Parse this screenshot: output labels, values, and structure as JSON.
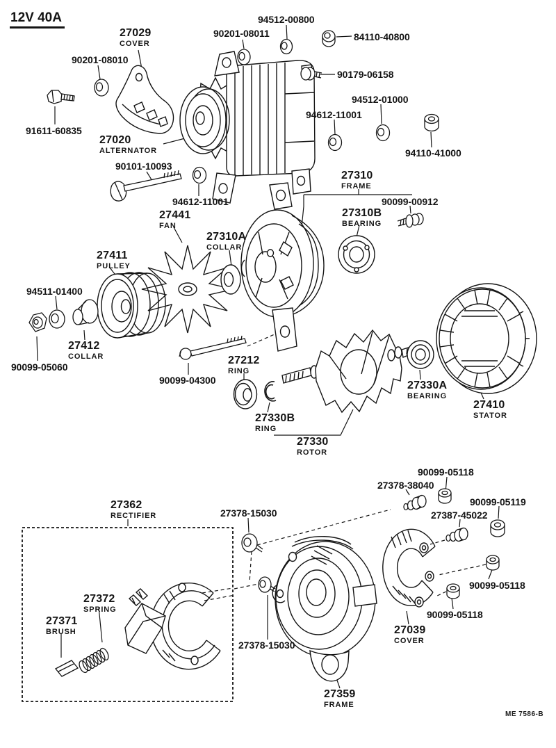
{
  "header": {
    "spec": "12V 40A"
  },
  "footer": {
    "code": "ME 7586-B"
  },
  "parts": {
    "cover_front": {
      "num": "27029",
      "name": "COVER"
    },
    "alternator": {
      "num": "27020",
      "name": "ALTERNATOR"
    },
    "frame_drive": {
      "num": "27310",
      "name": "FRAME"
    },
    "bearing_front": {
      "num": "27310B",
      "name": "BEARING"
    },
    "collar_front": {
      "num": "27310A",
      "name": "COLLAR"
    },
    "fan": {
      "num": "27441",
      "name": "FAN"
    },
    "pulley": {
      "num": "27411",
      "name": "PULLEY"
    },
    "collar_pulley": {
      "num": "27412",
      "name": "COLLAR"
    },
    "ring_27212": {
      "num": "27212",
      "name": "RING"
    },
    "ring_27330b": {
      "num": "27330B",
      "name": "RING"
    },
    "rotor": {
      "num": "27330",
      "name": "ROTOR"
    },
    "bearing_rear": {
      "num": "27330A",
      "name": "BEARING"
    },
    "stator": {
      "num": "27410",
      "name": "STATOR"
    },
    "rectifier": {
      "num": "27362",
      "name": "RECTIFIER"
    },
    "spring": {
      "num": "27372",
      "name": "SPRING"
    },
    "brush": {
      "num": "27371",
      "name": "BRUSH"
    },
    "cover_rear": {
      "num": "27039",
      "name": "COVER"
    },
    "frame_rear": {
      "num": "27359",
      "name": "FRAME"
    }
  },
  "hardware": {
    "h90201_08010": "90201-08010",
    "h90201_08011": "90201-08011",
    "h94512_00800": "94512-00800",
    "h84110_40800": "84110-40800",
    "h91611_60835": "91611-60835",
    "h90179_06158": "90179-06158",
    "h94512_01000": "94512-01000",
    "h94612_11001": "94612-11001",
    "h94110_41000": "94110-41000",
    "h90101_10093": "90101-10093",
    "h90099_00912": "90099-00912",
    "h94511_01400": "94511-01400",
    "h90099_05060": "90099-05060",
    "h90099_04300": "90099-04300",
    "h27378_38040": "27378-38040",
    "h90099_05118": "90099-05118",
    "h90099_05119": "90099-05119",
    "h27387_45022": "27387-45022",
    "h27378_15030": "27378-15030"
  }
}
